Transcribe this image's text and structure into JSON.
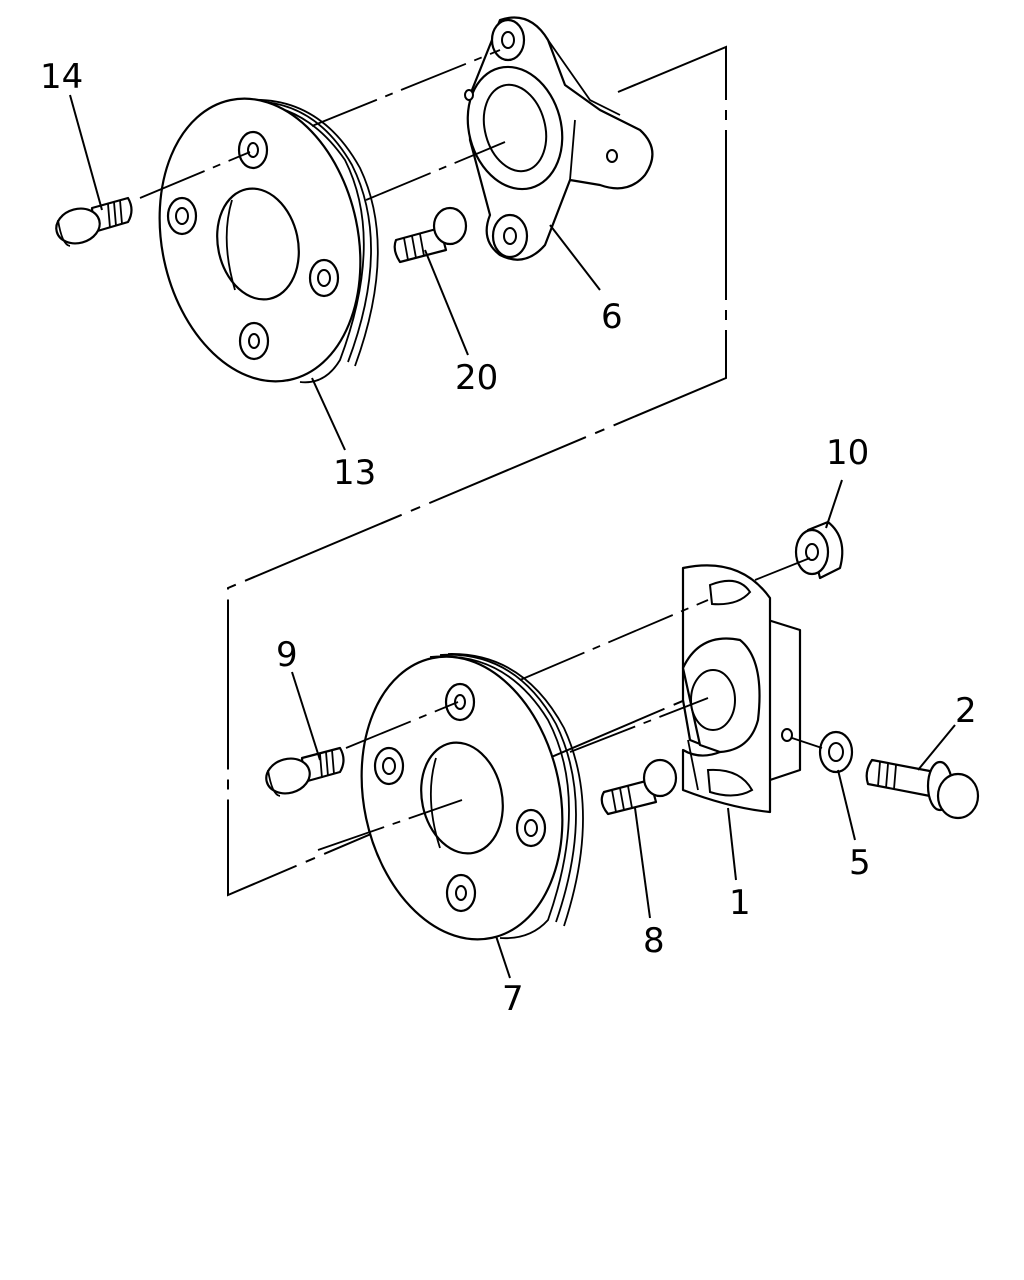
{
  "callouts": {
    "c14": "14",
    "c6": "6",
    "c20": "20",
    "c13": "13",
    "c10": "10",
    "c9": "9",
    "c2": "2",
    "c5": "5",
    "c1": "1",
    "c8": "8",
    "c7": "7"
  },
  "colors": {
    "line": "#000000",
    "background": "#ffffff"
  }
}
